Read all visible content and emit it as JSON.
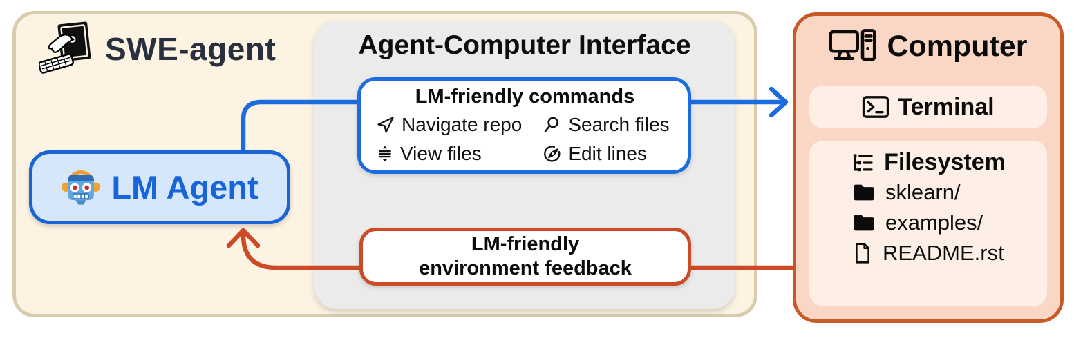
{
  "app": {
    "title": "SWE-agent"
  },
  "aci": {
    "title": "Agent-Computer Interface",
    "commands_box": {
      "title": "LM-friendly commands",
      "items": [
        {
          "icon": "navigate-icon",
          "label": "Navigate repo"
        },
        {
          "icon": "search-icon",
          "label": "Search files"
        },
        {
          "icon": "view-files-icon",
          "label": "View files"
        },
        {
          "icon": "edit-lines-icon",
          "label": "Edit lines"
        }
      ]
    },
    "feedback_box": {
      "line1": "LM-friendly",
      "line2": "environment feedback"
    }
  },
  "agent": {
    "label": "LM Agent",
    "icon": "robot-icon"
  },
  "computer": {
    "title": "Computer",
    "terminal": {
      "label": "Terminal",
      "icon": "terminal-icon"
    },
    "filesystem": {
      "label": "Filesystem",
      "icon": "tree-icon",
      "entries": [
        {
          "icon": "folder-icon",
          "name": "sklearn/"
        },
        {
          "icon": "folder-icon",
          "name": "examples/"
        },
        {
          "icon": "file-icon",
          "name": "README.rst"
        }
      ]
    }
  },
  "colors": {
    "blue": "#1b6cdf",
    "blue_fill": "#d7e7fb",
    "orange": "#cc4b26",
    "computer_border": "#c65b28",
    "computer_fill": "#fad7c4",
    "computer_inner": "#fdefe6",
    "cream": "#fcf3e3",
    "tan_border": "#dbcbad",
    "gray_panel": "#ebebeb",
    "title_text": "#283040"
  }
}
